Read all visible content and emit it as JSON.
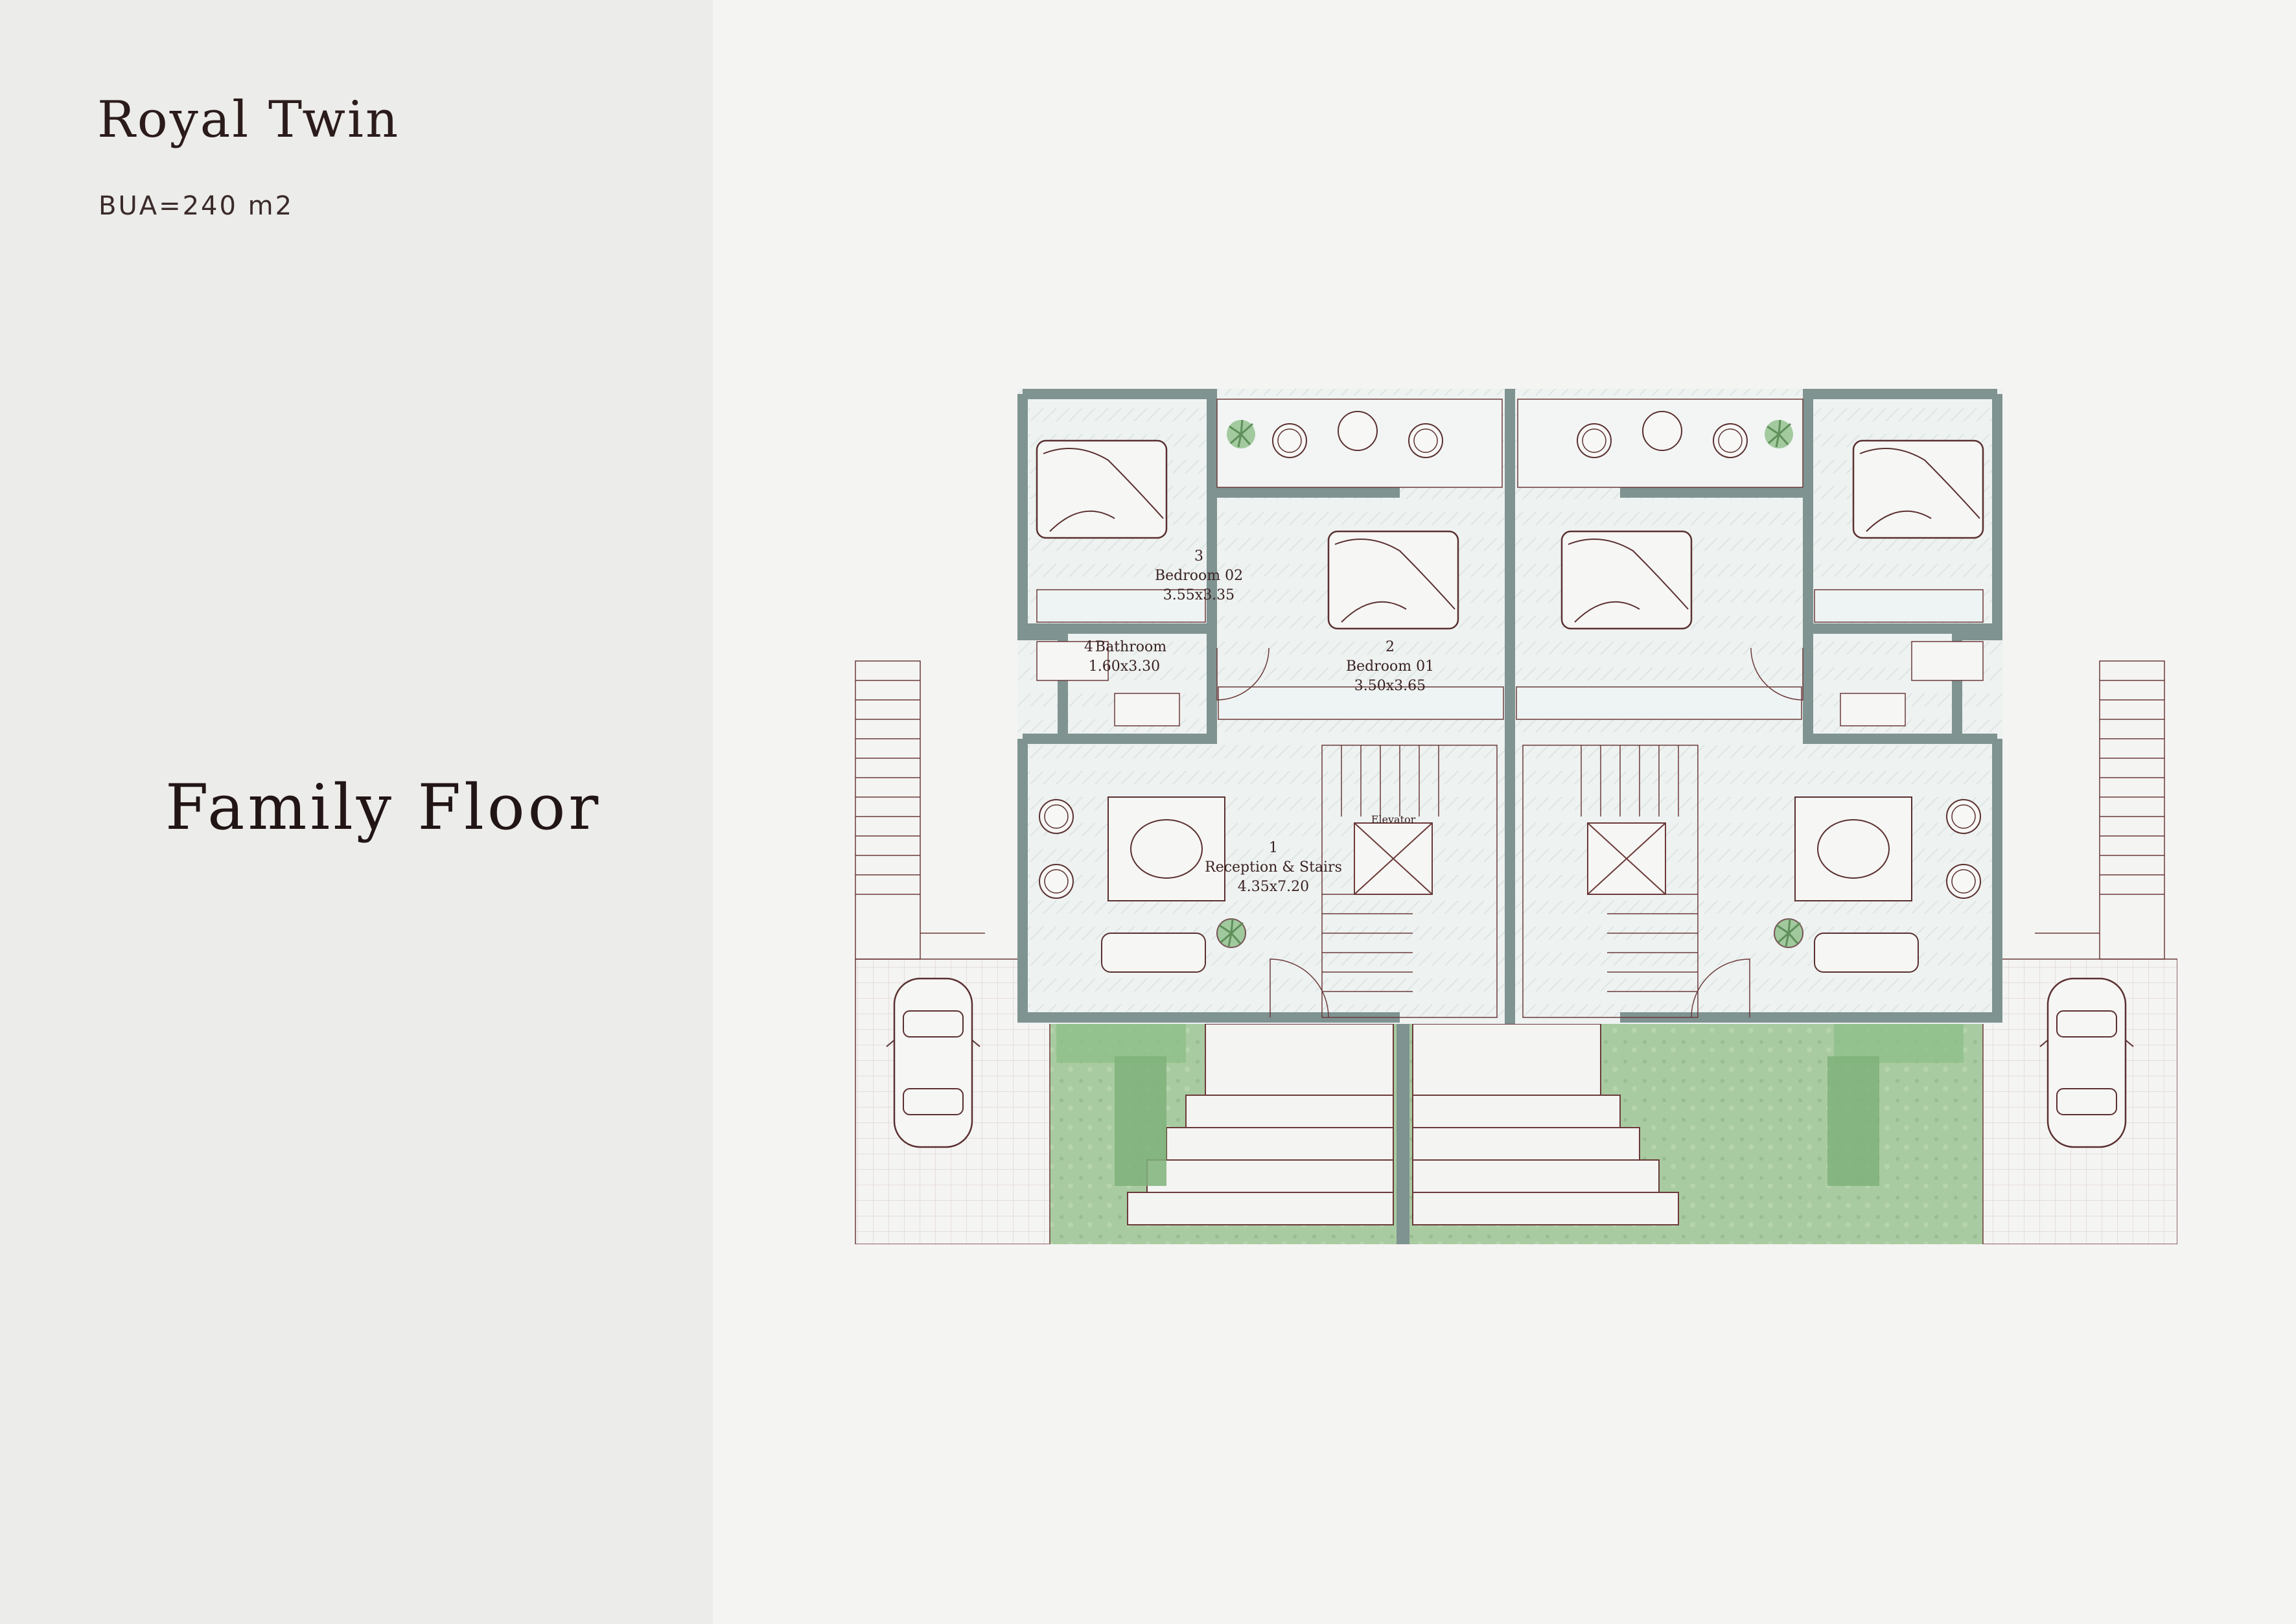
{
  "header": {
    "title": "Royal Twin",
    "bua": "BUA=240 m2"
  },
  "floor": {
    "name": "Family Floor"
  },
  "rooms": {
    "bedroom02": {
      "number": "3",
      "name": "Bedroom 02",
      "size": "3.55x3.35"
    },
    "bathroom": {
      "number": "4",
      "name": "Bathroom",
      "size": "1.60x3.30"
    },
    "bedroom01": {
      "number": "2",
      "name": "Bedroom 01",
      "size": "3.50x3.65"
    },
    "reception": {
      "number": "1",
      "name": "Reception & Stairs",
      "size": "4.35x7.20"
    },
    "elevator": {
      "name": "Elevator"
    }
  },
  "colors": {
    "wall": "#7f9391",
    "line": "#6b3a3a",
    "grass": "#a8c9a0",
    "floor": "#e9efee"
  }
}
